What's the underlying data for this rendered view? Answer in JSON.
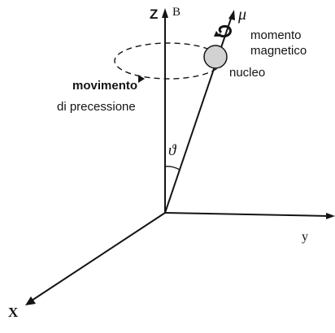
{
  "axes": {
    "z": "Z",
    "x": "X",
    "y": "y",
    "field": "B"
  },
  "labels": {
    "mu": "μ",
    "magnetic_moment_line1": "momento",
    "magnetic_moment_line2": "magnetico",
    "nucleus": "nucleo",
    "precession_line1": "movimento",
    "precession_line2": "di precessione",
    "angle": "ϑ"
  },
  "colors": {
    "ink": "#141414",
    "nucleus_fill": "#d2d2d2"
  }
}
